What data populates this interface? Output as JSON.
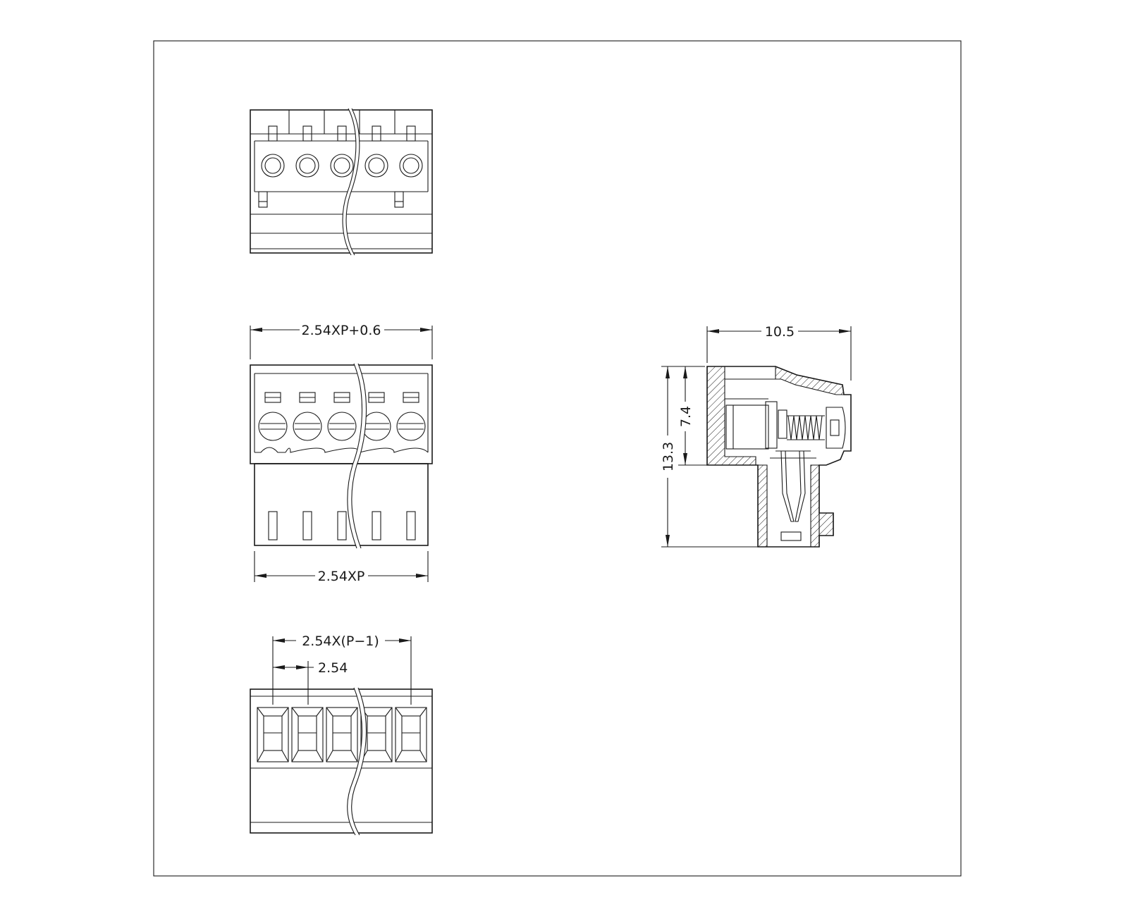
{
  "dimensions": {
    "width_total": "2.54XP+0.6",
    "width_pins": "2.54XP",
    "pitch_span": "2.54X(P−1)",
    "pitch": "2.54",
    "side_width": "10.5",
    "side_height_total": "13.3",
    "side_height_upper": "7.4"
  },
  "views": {
    "pin_count": 5,
    "colors": {
      "line": "#1a1a1a",
      "background": "#ffffff"
    }
  }
}
